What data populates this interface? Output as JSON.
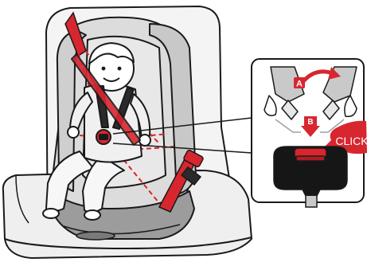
{
  "callout": {
    "step_a": "A",
    "step_b": "B",
    "click_text": "CLICK"
  },
  "colors": {
    "belt_red": "#d8262f",
    "outline": "#1a1a1a",
    "seat_gray": "#c9c9c9",
    "light_gray": "#e6e6e6",
    "buckle_black": "#161616"
  },
  "icons": {
    "arrow_a": "curved-arrow-icon",
    "arrow_b": "down-arrow-icon"
  }
}
